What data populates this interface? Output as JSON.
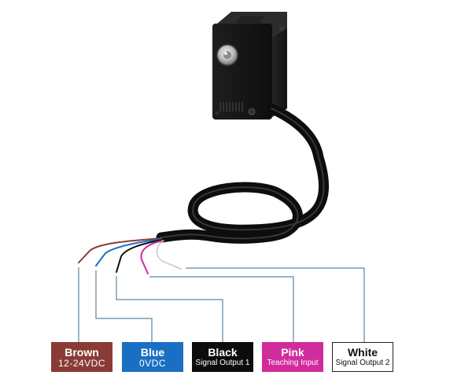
{
  "colors": {
    "brown": "#8a3b36",
    "blue": "#1a6fc2",
    "black": "#0c0c0c",
    "pink": "#d12c9b",
    "white": "#ffffff",
    "leader": "#5a86a0"
  },
  "wires": [
    {
      "id": "brown",
      "name": "Brown",
      "detail": "12-24VDC"
    },
    {
      "id": "blue",
      "name": "Blue",
      "detail": "0VDC"
    },
    {
      "id": "black",
      "name": "Black",
      "detail": "Signal Output 1"
    },
    {
      "id": "pink",
      "name": "Pink",
      "detail": "Teaching Input"
    },
    {
      "id": "white",
      "name": "White",
      "detail": "Signal Output 2"
    }
  ]
}
